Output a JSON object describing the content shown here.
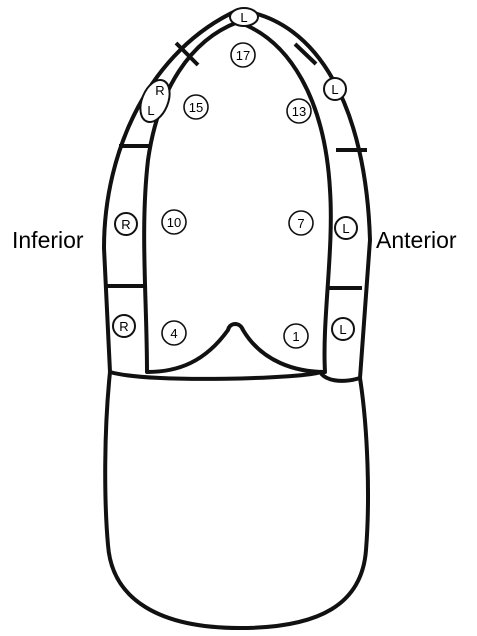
{
  "labels": {
    "left": "Inferior",
    "right": "Anterior"
  },
  "points": [
    {
      "number": "17"
    },
    {
      "number": "15"
    },
    {
      "number": "13"
    },
    {
      "number": "10"
    },
    {
      "number": "7"
    },
    {
      "number": "4"
    },
    {
      "number": "1"
    }
  ],
  "electrodes": [
    {
      "letters": [
        "L"
      ]
    },
    {
      "letters": [
        "R",
        "L"
      ]
    },
    {
      "letters": [
        "L"
      ]
    },
    {
      "letters": [
        "R"
      ]
    },
    {
      "letters": [
        "L"
      ]
    },
    {
      "letters": [
        "R"
      ]
    },
    {
      "letters": [
        "L"
      ]
    }
  ],
  "colors": {
    "line": "#111111",
    "background": "#ffffff"
  }
}
